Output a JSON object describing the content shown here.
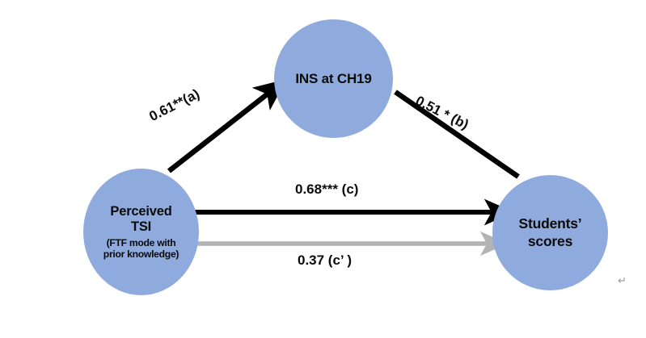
{
  "diagram": {
    "type": "mediation-path-diagram",
    "background_color": "#ffffff",
    "node_fill_color": "#8FAADC",
    "significant_path_color": "#000000",
    "nonsignificant_path_color": "#B3B3B3",
    "nodes": [
      {
        "id": "tsi",
        "role": "predictor",
        "title": "Perceived",
        "title_line2": "TSI",
        "subtitle_line1": "(FTF mode with",
        "subtitle_line2": "prior knowledge)"
      },
      {
        "id": "ins",
        "role": "mediator",
        "title": "INS at CH19"
      },
      {
        "id": "scores",
        "role": "outcome",
        "title": "Students’",
        "title_line2": "scores"
      }
    ],
    "paths": [
      {
        "id": "a",
        "from": "tsi",
        "to": "ins",
        "label": "0.61**(a)",
        "coefficient": "0.61",
        "significance": "**",
        "path_letter": "(a)",
        "color": "#000000"
      },
      {
        "id": "b",
        "from": "ins",
        "to": "scores",
        "label": "0.51 * (b)",
        "coefficient": "0.51",
        "significance": "*",
        "path_letter": "(b)",
        "color": "#000000"
      },
      {
        "id": "c",
        "from": "tsi",
        "to": "scores",
        "label": "0.68*** (c)",
        "coefficient": "0.68",
        "significance": "***",
        "path_letter": "(c)",
        "color": "#000000"
      },
      {
        "id": "cprime",
        "from": "tsi",
        "to": "scores",
        "label": "0.37 (c’ )",
        "coefficient": "0.37",
        "significance": "",
        "path_letter": "(c’ )",
        "color": "#B3B3B3"
      }
    ],
    "marks": {
      "paragraph_return": "↵"
    }
  }
}
